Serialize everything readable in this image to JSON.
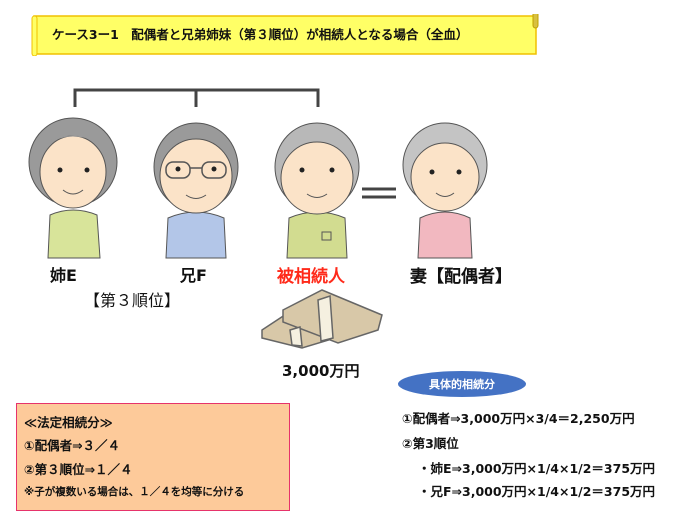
{
  "title": "ケース3ー1　配偶者と兄弟姉妹（第３順位）が相続人となる場合（全血）",
  "people": {
    "sister": "姉E",
    "brother": "兄F",
    "deceased": "被相続人",
    "spouse": "妻【配偶者】",
    "rank_label": "【第３順位】"
  },
  "estate": "3,000万円",
  "calc": {
    "heading": "具体的相続分",
    "lines": [
      "①配偶者⇒3,000万円×3/4＝2,250万円",
      "②第3順位",
      "・姉E⇒3,000万円×1/4×1/2＝375万円",
      "・兄F⇒3,000万円×1/4×1/2＝375万円"
    ]
  },
  "legal_share": {
    "heading": "≪法定相続分≫",
    "lines": [
      "①配偶者⇒３／４",
      "②第３順位⇒１／４"
    ],
    "note": "※子が複数いる場合は、１／４を均等に分ける"
  },
  "colors": {
    "deceased_label": "#ff2a1a",
    "banner": "#ffff66",
    "oval": "#4472c4",
    "box": "#fdca9a",
    "box_border": "#e6336b"
  }
}
